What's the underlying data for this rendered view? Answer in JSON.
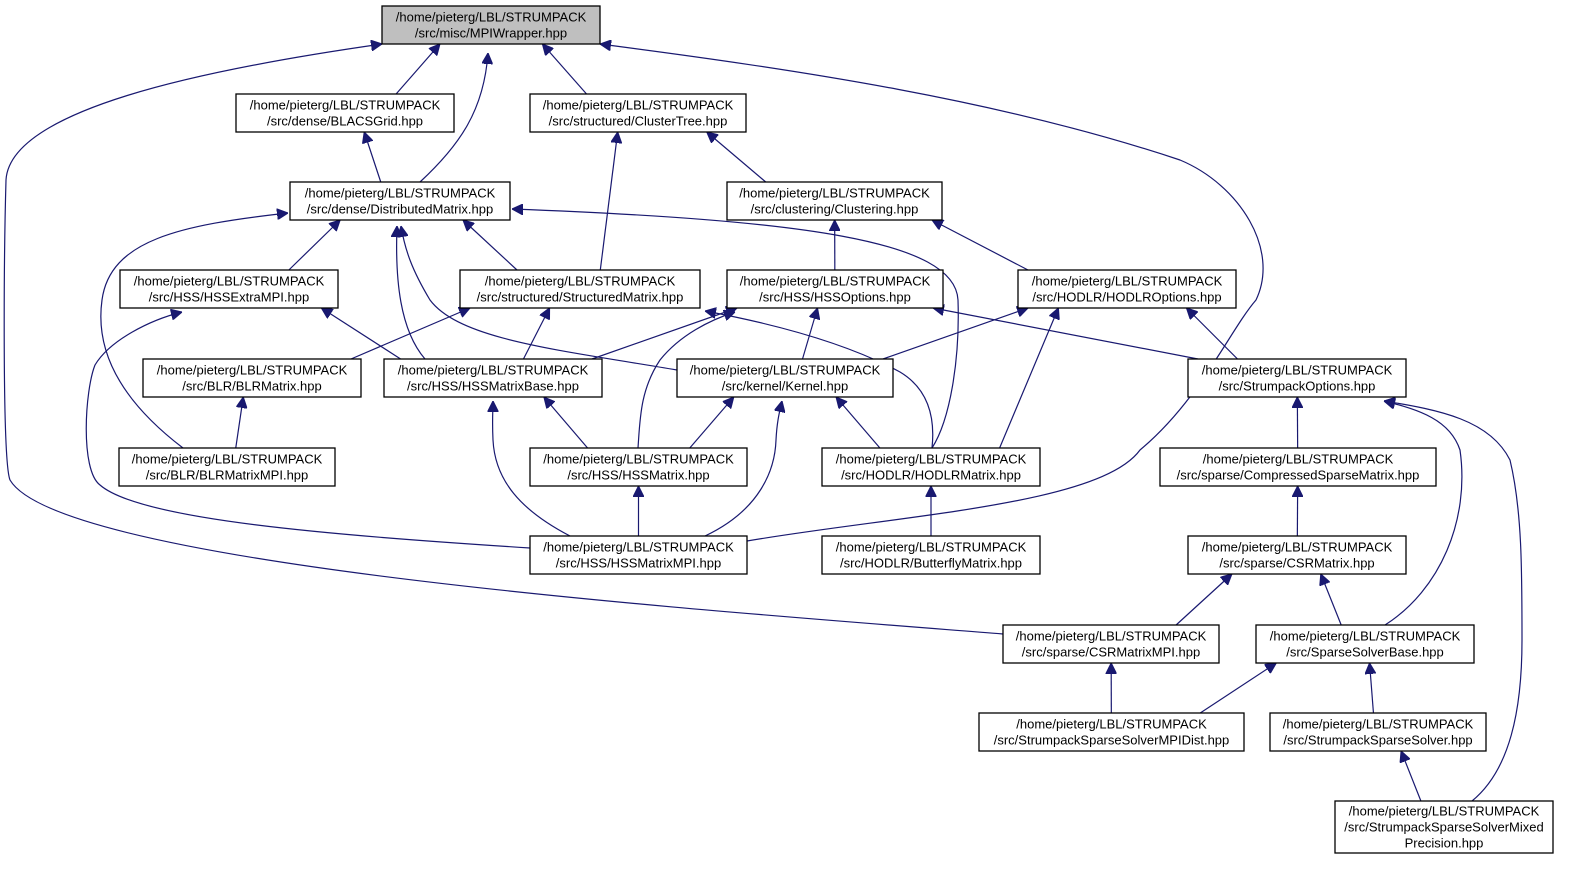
{
  "diagram": {
    "nodes": [
      {
        "id": "mpiwrapper",
        "lines": [
          "/home/pieterg/LBL/STRUMPACK",
          "/src/misc/MPIWrapper.hpp"
        ],
        "root": true
      },
      {
        "id": "blacsgrid",
        "lines": [
          "/home/pieterg/LBL/STRUMPACK",
          "/src/dense/BLACSGrid.hpp"
        ]
      },
      {
        "id": "clustertree",
        "lines": [
          "/home/pieterg/LBL/STRUMPACK",
          "/src/structured/ClusterTree.hpp"
        ]
      },
      {
        "id": "distributedmatrix",
        "lines": [
          "/home/pieterg/LBL/STRUMPACK",
          "/src/dense/DistributedMatrix.hpp"
        ]
      },
      {
        "id": "clustering",
        "lines": [
          "/home/pieterg/LBL/STRUMPACK",
          "/src/clustering/Clustering.hpp"
        ]
      },
      {
        "id": "hssextrampi",
        "lines": [
          "/home/pieterg/LBL/STRUMPACK",
          "/src/HSS/HSSExtraMPI.hpp"
        ]
      },
      {
        "id": "structuredmatrix",
        "lines": [
          "/home/pieterg/LBL/STRUMPACK",
          "/src/structured/StructuredMatrix.hpp"
        ]
      },
      {
        "id": "hssoptions",
        "lines": [
          "/home/pieterg/LBL/STRUMPACK",
          "/src/HSS/HSSOptions.hpp"
        ]
      },
      {
        "id": "hodlroptions",
        "lines": [
          "/home/pieterg/LBL/STRUMPACK",
          "/src/HODLR/HODLROptions.hpp"
        ]
      },
      {
        "id": "blrmatrix",
        "lines": [
          "/home/pieterg/LBL/STRUMPACK",
          "/src/BLR/BLRMatrix.hpp"
        ]
      },
      {
        "id": "hssmatrixbase",
        "lines": [
          "/home/pieterg/LBL/STRUMPACK",
          "/src/HSS/HSSMatrixBase.hpp"
        ]
      },
      {
        "id": "kernel",
        "lines": [
          "/home/pieterg/LBL/STRUMPACK",
          "/src/kernel/Kernel.hpp"
        ]
      },
      {
        "id": "strumpackoptions",
        "lines": [
          "/home/pieterg/LBL/STRUMPACK",
          "/src/StrumpackOptions.hpp"
        ]
      },
      {
        "id": "blrmatrixmpi",
        "lines": [
          "/home/pieterg/LBL/STRUMPACK",
          "/src/BLR/BLRMatrixMPI.hpp"
        ]
      },
      {
        "id": "hssmatrix",
        "lines": [
          "/home/pieterg/LBL/STRUMPACK",
          "/src/HSS/HSSMatrix.hpp"
        ]
      },
      {
        "id": "hodlrmatrix",
        "lines": [
          "/home/pieterg/LBL/STRUMPACK",
          "/src/HODLR/HODLRMatrix.hpp"
        ]
      },
      {
        "id": "compressedsparsematrix",
        "lines": [
          "/home/pieterg/LBL/STRUMPACK",
          "/src/sparse/CompressedSparseMatrix.hpp"
        ]
      },
      {
        "id": "hssmatrixmpi",
        "lines": [
          "/home/pieterg/LBL/STRUMPACK",
          "/src/HSS/HSSMatrixMPI.hpp"
        ]
      },
      {
        "id": "butterflymatrix",
        "lines": [
          "/home/pieterg/LBL/STRUMPACK",
          "/src/HODLR/ButterflyMatrix.hpp"
        ]
      },
      {
        "id": "csrmatrix",
        "lines": [
          "/home/pieterg/LBL/STRUMPACK",
          "/src/sparse/CSRMatrix.hpp"
        ]
      },
      {
        "id": "csrmatrixmpi",
        "lines": [
          "/home/pieterg/LBL/STRUMPACK",
          "/src/sparse/CSRMatrixMPI.hpp"
        ]
      },
      {
        "id": "sparsesolverbase",
        "lines": [
          "/home/pieterg/LBL/STRUMPACK",
          "/src/SparseSolverBase.hpp"
        ]
      },
      {
        "id": "strumpacksparsesolvermpidist",
        "lines": [
          "/home/pieterg/LBL/STRUMPACK",
          "/src/StrumpackSparseSolverMPIDist.hpp"
        ]
      },
      {
        "id": "strumpacksparsesolver",
        "lines": [
          "/home/pieterg/LBL/STRUMPACK",
          "/src/StrumpackSparseSolver.hpp"
        ]
      },
      {
        "id": "strumpacksparsesolvermixedprecision",
        "lines": [
          "/home/pieterg/LBL/STRUMPACK",
          "/src/StrumpackSparseSolverMixed",
          "Precision.hpp"
        ]
      }
    ],
    "edges": [
      [
        "blacsgrid",
        "mpiwrapper"
      ],
      [
        "clustertree",
        "mpiwrapper"
      ],
      [
        "distributedmatrix",
        "mpiwrapper"
      ],
      [
        "csrmatrixmpi",
        "mpiwrapper"
      ],
      [
        "hssmatrixmpi",
        "mpiwrapper"
      ],
      [
        "distributedmatrix",
        "blacsgrid"
      ],
      [
        "structuredmatrix",
        "clustertree"
      ],
      [
        "clustering",
        "clustertree"
      ],
      [
        "hssextrampi",
        "distributedmatrix"
      ],
      [
        "structuredmatrix",
        "distributedmatrix"
      ],
      [
        "hssmatrixbase",
        "distributedmatrix"
      ],
      [
        "kernel",
        "distributedmatrix"
      ],
      [
        "hodlrmatrix",
        "distributedmatrix"
      ],
      [
        "blrmatrixmpi",
        "distributedmatrix"
      ],
      [
        "hssoptions",
        "clustering"
      ],
      [
        "hodlroptions",
        "clustering"
      ],
      [
        "hssmatrixmpi",
        "hssextrampi"
      ],
      [
        "hssmatrixbase",
        "hssextrampi"
      ],
      [
        "blrmatrix",
        "structuredmatrix"
      ],
      [
        "hssmatrixbase",
        "structuredmatrix"
      ],
      [
        "hodlrmatrix",
        "structuredmatrix"
      ],
      [
        "hssmatrixbase",
        "hssoptions"
      ],
      [
        "kernel",
        "hssoptions"
      ],
      [
        "hssmatrix",
        "hssoptions"
      ],
      [
        "strumpackoptions",
        "hssoptions"
      ],
      [
        "kernel",
        "hodlroptions"
      ],
      [
        "hodlrmatrix",
        "hodlroptions"
      ],
      [
        "strumpackoptions",
        "hodlroptions"
      ],
      [
        "blrmatrixmpi",
        "blrmatrix"
      ],
      [
        "hssmatrix",
        "hssmatrixbase"
      ],
      [
        "hssmatrixmpi",
        "hssmatrixbase"
      ],
      [
        "hssmatrix",
        "kernel"
      ],
      [
        "hodlrmatrix",
        "kernel"
      ],
      [
        "hssmatrixmpi",
        "kernel"
      ],
      [
        "compressedsparsematrix",
        "strumpackoptions"
      ],
      [
        "sparsesolverbase",
        "strumpackoptions"
      ],
      [
        "strumpacksparsesolvermixedprecision",
        "strumpackoptions"
      ],
      [
        "hssmatrixmpi",
        "hssmatrix"
      ],
      [
        "butterflymatrix",
        "hodlrmatrix"
      ],
      [
        "csrmatrix",
        "compressedsparsematrix"
      ],
      [
        "csrmatrixmpi",
        "csrmatrix"
      ],
      [
        "sparsesolverbase",
        "csrmatrix"
      ],
      [
        "strumpacksparsesolvermpidist",
        "csrmatrixmpi"
      ],
      [
        "strumpacksparsesolvermpidist",
        "sparsesolverbase"
      ],
      [
        "strumpacksparsesolver",
        "sparsesolverbase"
      ],
      [
        "strumpacksparsesolvermixedprecision",
        "strumpacksparsesolver"
      ]
    ]
  }
}
